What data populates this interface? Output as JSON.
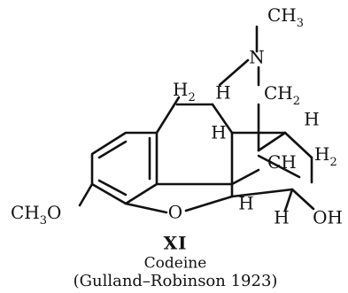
{
  "structure": {
    "labels": {
      "ch3_top": "CH",
      "ch3_top_sub": "3",
      "n": "N",
      "h2_left": "H",
      "h2_left_sub": "2",
      "h_top": "H",
      "ch2": "CH",
      "ch2_sub": "2",
      "h_right_top": "H",
      "h_mid_left": "H",
      "ch_center": "CH",
      "h2_right": "H",
      "h2_right_sub": "2",
      "och3": "CH",
      "och3_sub": "3",
      "och3_o": "O",
      "o_bridge": "O",
      "h_lower": "H",
      "h_bottom": "H",
      "oh": "OH"
    },
    "compound_number": "XI",
    "compound_name": "Codeine",
    "citation": "(Gulland–Robinson 1923)"
  }
}
